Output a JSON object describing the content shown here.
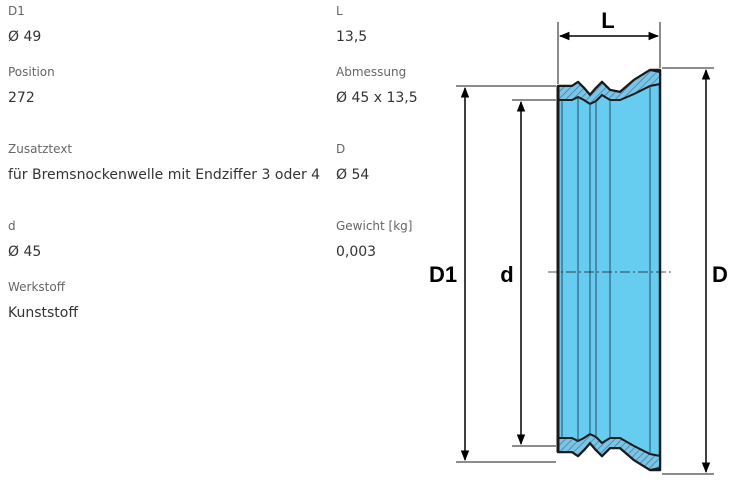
{
  "properties": {
    "d1": {
      "label": "D1",
      "value": "Ø 49"
    },
    "l": {
      "label": "L",
      "value": "13,5"
    },
    "position": {
      "label": "Position",
      "value": "272"
    },
    "abmessung": {
      "label": "Abmessung",
      "value": "Ø 45 x 13,5"
    },
    "zusatztext": {
      "label": "Zusatztext",
      "value": "für Bremsnockenwelle mit Endziffer 3 oder 4"
    },
    "d_big": {
      "label": "D",
      "value": "Ø 54"
    },
    "d_small": {
      "label": "d",
      "value": "Ø 45"
    },
    "gewicht": {
      "label": "Gewicht [kg]",
      "value": "0,003"
    },
    "werkstoff": {
      "label": "Werkstoff",
      "value": "Kunststoff"
    }
  },
  "drawing": {
    "labels": {
      "L": "L",
      "D1": "D1",
      "d": "d",
      "D": "D"
    },
    "colors": {
      "fill": "#66ccf0",
      "section": "#6aa8c8",
      "outline": "#1a1a1a"
    }
  }
}
